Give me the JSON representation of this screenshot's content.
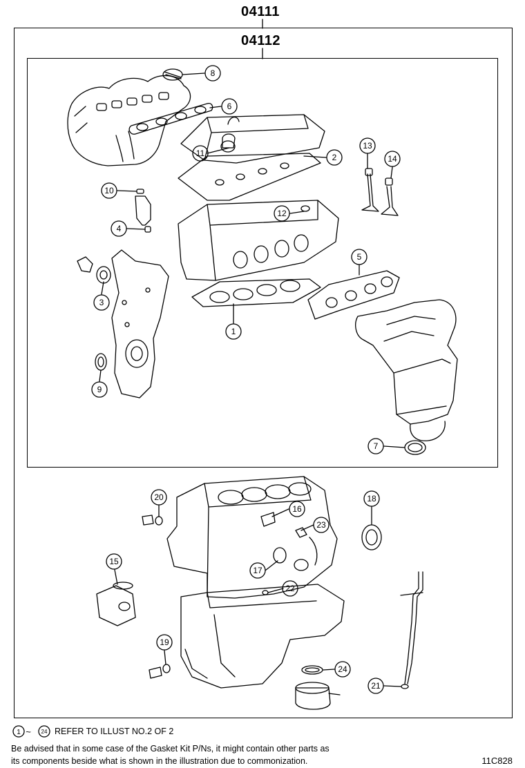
{
  "diagram": {
    "outer_kit_code": "04111",
    "inner_kit_code": "04112",
    "callouts": {
      "c1": "1",
      "c2": "2",
      "c3": "3",
      "c4": "4",
      "c5": "5",
      "c6": "6",
      "c7": "7",
      "c8": "8",
      "c9": "9",
      "c10": "10",
      "c11": "11",
      "c12": "12",
      "c13": "13",
      "c14": "14",
      "c15": "15",
      "c16": "16",
      "c17": "17",
      "c18": "18",
      "c19": "19",
      "c20": "20",
      "c21": "21",
      "c22": "22",
      "c23": "23",
      "c24": "24"
    }
  },
  "footer": {
    "range_start": "1",
    "range_sep": "~",
    "range_end": "24",
    "refer_text": "REFER TO ILLUST NO.2 OF 2",
    "advice_line1": "Be advised that in some case of the Gasket Kit P/Ns,  it might contain other parts as",
    "advice_line2": "its components beside what is shown in the illustration due to commonization.",
    "figure_id": "11C828"
  }
}
